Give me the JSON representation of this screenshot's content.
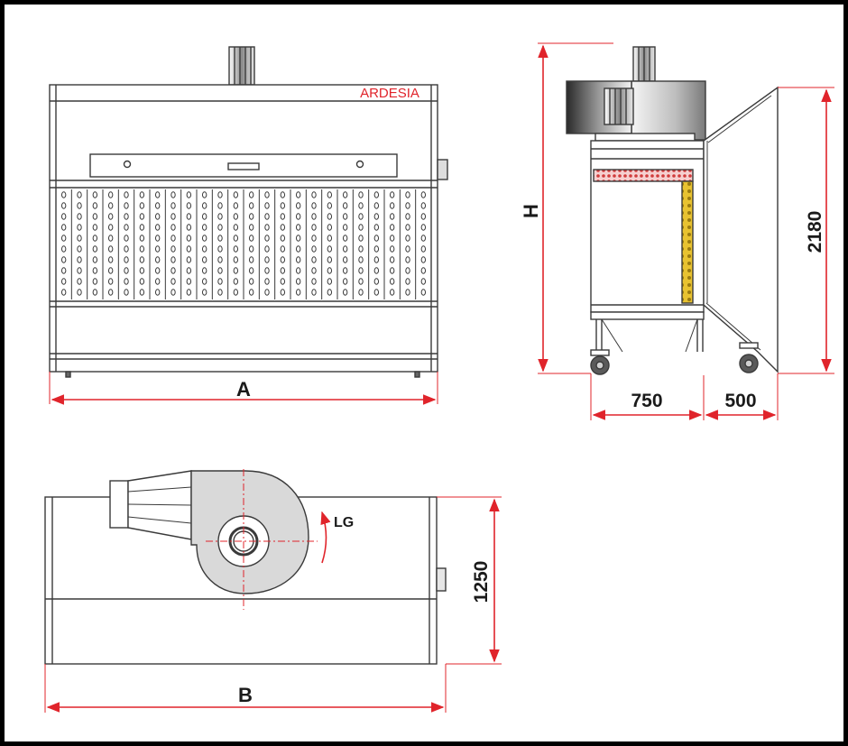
{
  "brand": "ARDESIA",
  "dimensions": {
    "front_width": "A",
    "height": "H",
    "overall_height": "2180",
    "depth_base": "750",
    "depth_door": "500",
    "top_depth": "1250",
    "top_width": "B",
    "fan_rotation": "LG"
  },
  "colors": {
    "dimension": "#e0242b",
    "line": "#3a3a3a",
    "frame": "#000000",
    "filter_red": "#d13b3b",
    "filter_yellow": "#e8c230",
    "fan_gray": "#d9d9d9"
  }
}
